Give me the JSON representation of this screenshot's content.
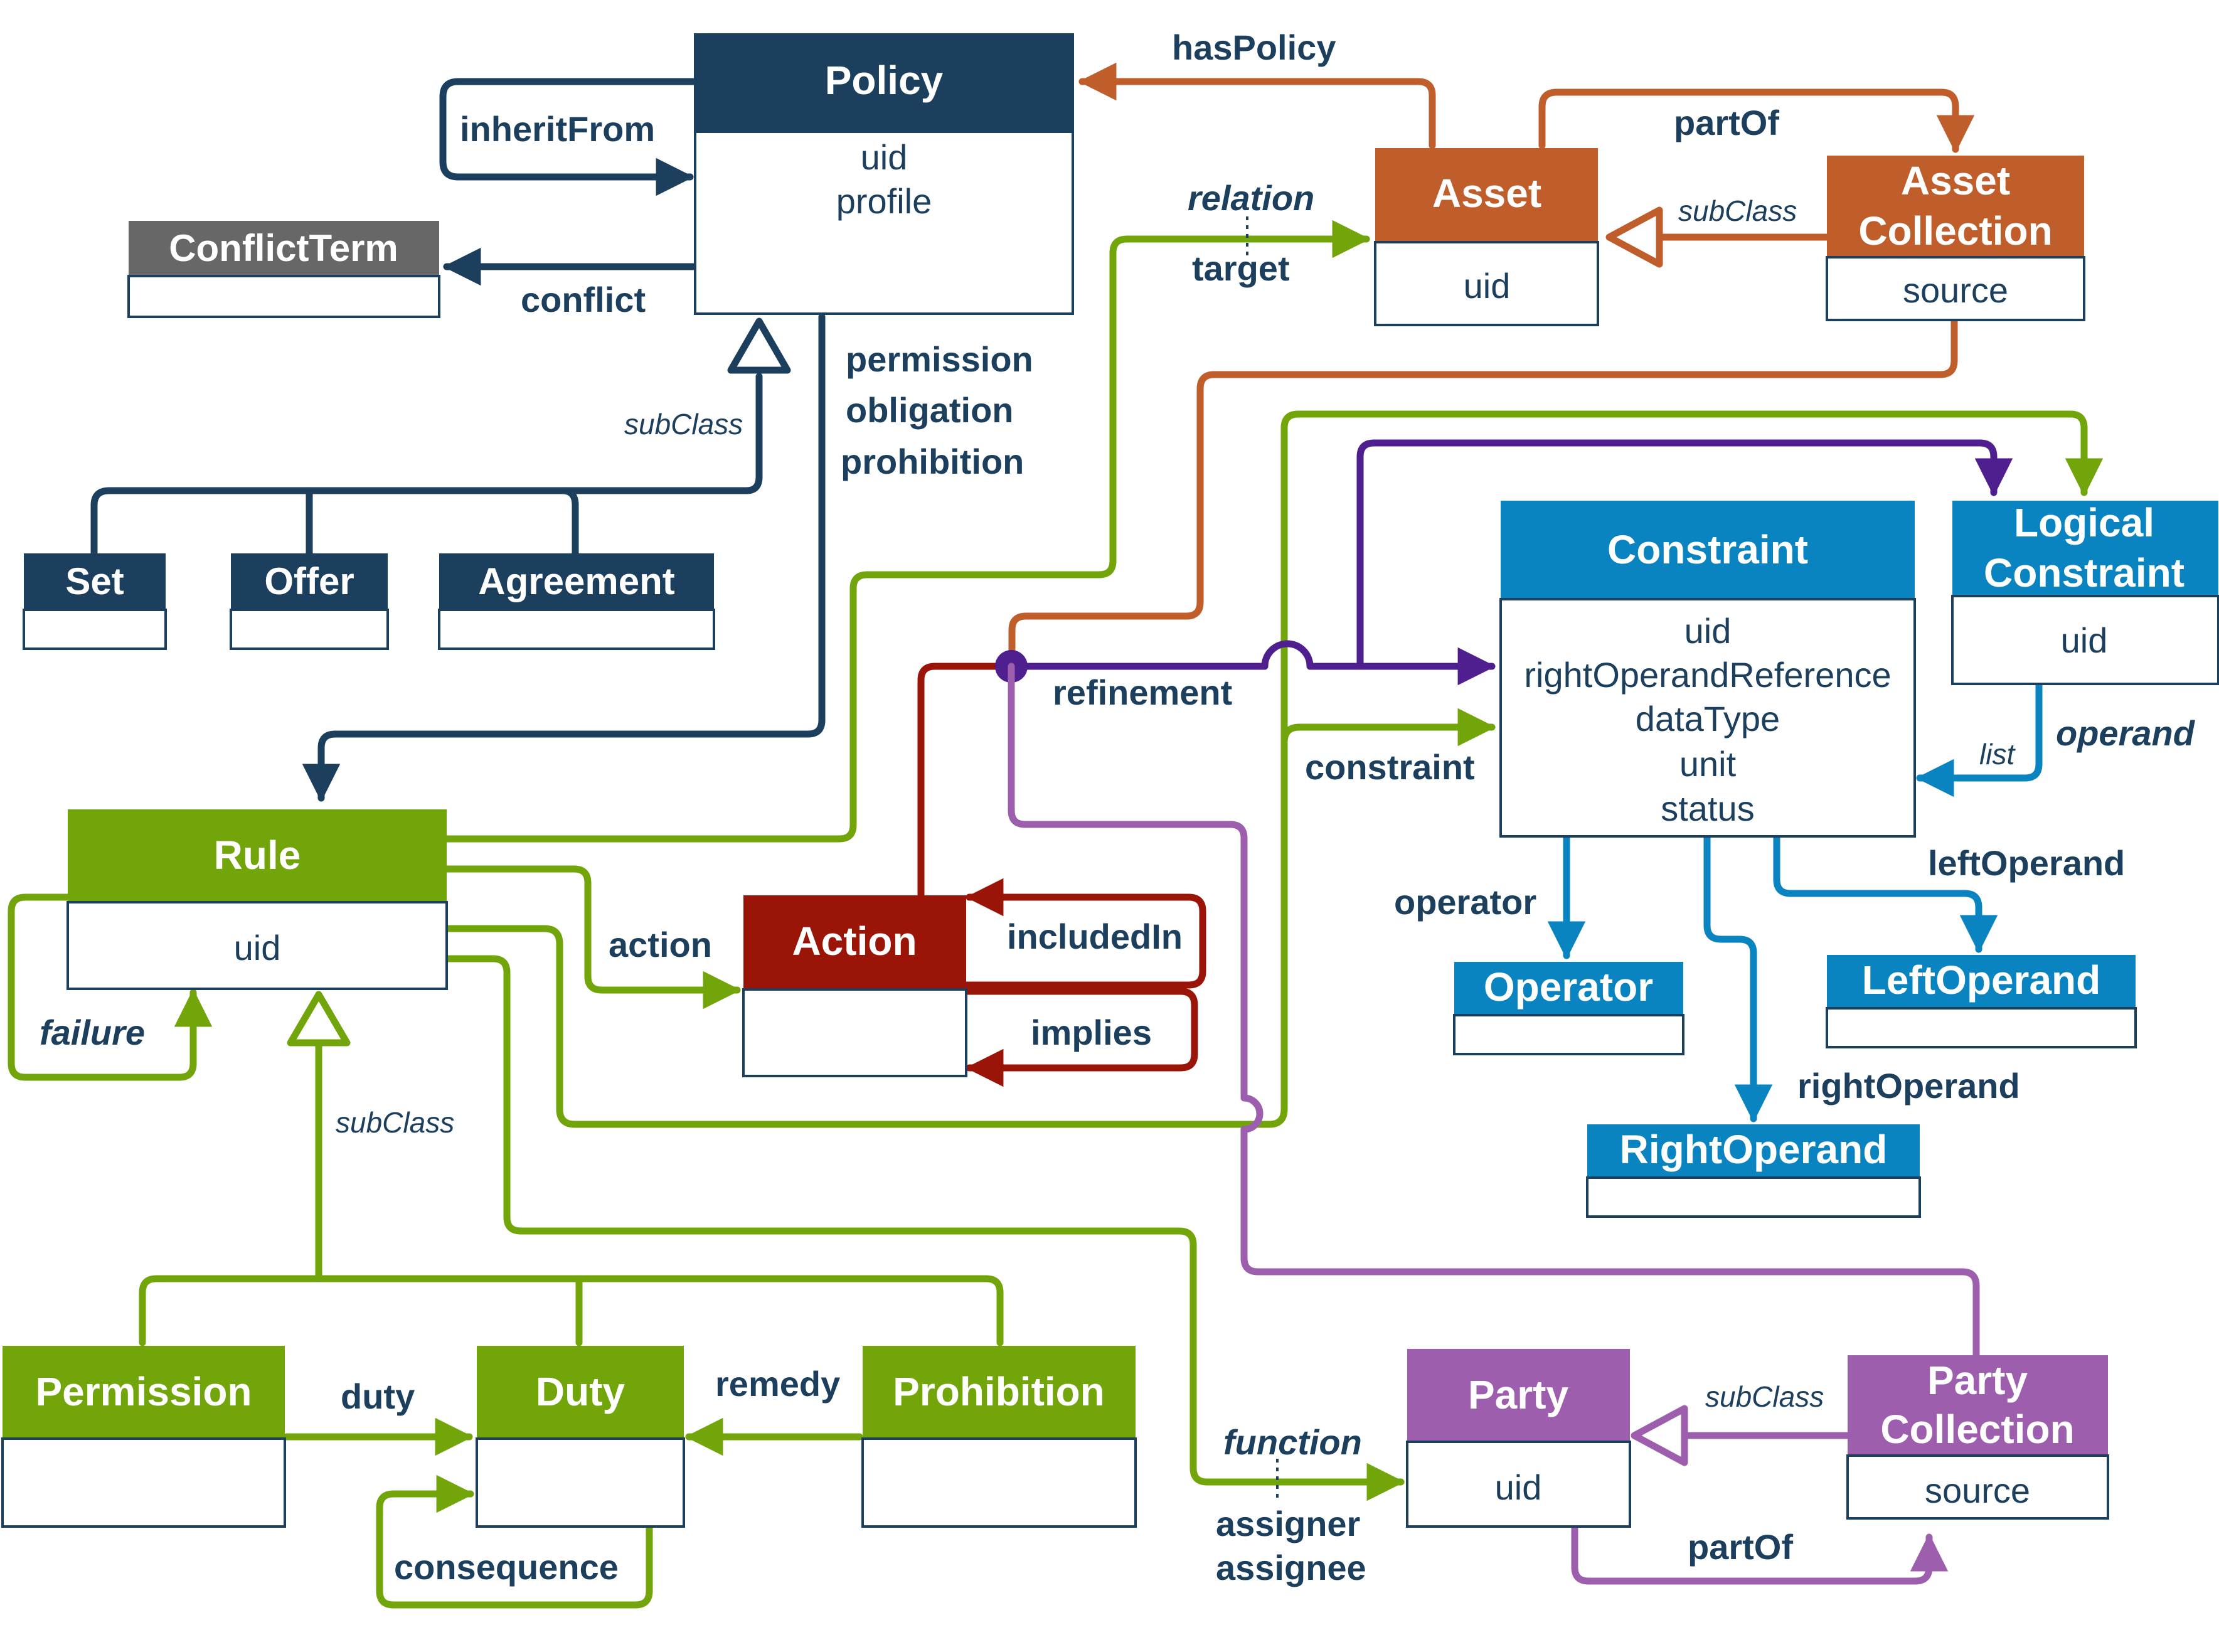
{
  "colors": {
    "navy": "#1d3f5e",
    "orange": "#bf5e2b",
    "green": "#72a50a",
    "red": "#9a1508",
    "blue": "#0a84c1",
    "purple": "#9d5fad",
    "deep_purple": "#4f1f8f",
    "gray": "#676767"
  },
  "classes": {
    "policy": {
      "title": "Policy",
      "attrs": [
        "uid",
        "profile"
      ]
    },
    "conflict_term": {
      "title": "ConflictTerm"
    },
    "set": {
      "title": "Set"
    },
    "offer": {
      "title": "Offer"
    },
    "agreement": {
      "title": "Agreement"
    },
    "asset": {
      "title": "Asset",
      "attrs": [
        "uid"
      ]
    },
    "asset_collection": {
      "title_lines": [
        "Asset",
        "Collection"
      ],
      "attrs": [
        "source"
      ]
    },
    "constraint": {
      "title": "Constraint",
      "attrs": [
        "uid",
        "rightOperandReference",
        "dataType",
        "unit",
        "status"
      ]
    },
    "logical_constraint": {
      "title_lines": [
        "Logical",
        "Constraint"
      ],
      "attrs": [
        "uid"
      ]
    },
    "rule": {
      "title": "Rule",
      "attrs": [
        "uid"
      ]
    },
    "action": {
      "title": "Action"
    },
    "operator": {
      "title": "Operator"
    },
    "left_operand": {
      "title": "LeftOperand"
    },
    "right_operand": {
      "title": "RightOperand"
    },
    "permission": {
      "title": "Permission"
    },
    "duty": {
      "title": "Duty"
    },
    "prohibition": {
      "title": "Prohibition"
    },
    "party": {
      "title": "Party",
      "attrs": [
        "uid"
      ]
    },
    "party_collection": {
      "title_lines": [
        "Party",
        "Collection"
      ],
      "attrs": [
        "source"
      ]
    }
  },
  "labels": {
    "inherit_from": "inheritFrom",
    "conflict": "conflict",
    "has_policy": "hasPolicy",
    "part_of_asset": "partOf",
    "sub_class": "subClass",
    "relation": "relation",
    "target": "target",
    "permission_obligation_prohibition": [
      "permission",
      "obligation",
      "prohibition"
    ],
    "refinement": "refinement",
    "constraint": "constraint",
    "operand": "operand",
    "list": "list",
    "left_operand": "leftOperand",
    "operator": "operator",
    "right_operand": "rightOperand",
    "action": "action",
    "included_in": "includedIn",
    "implies": "implies",
    "failure": "failure",
    "duty": "duty",
    "remedy": "remedy",
    "consequence": "consequence",
    "function": "function",
    "assigner": "assigner",
    "assignee": "assignee",
    "part_of_party": "partOf"
  }
}
